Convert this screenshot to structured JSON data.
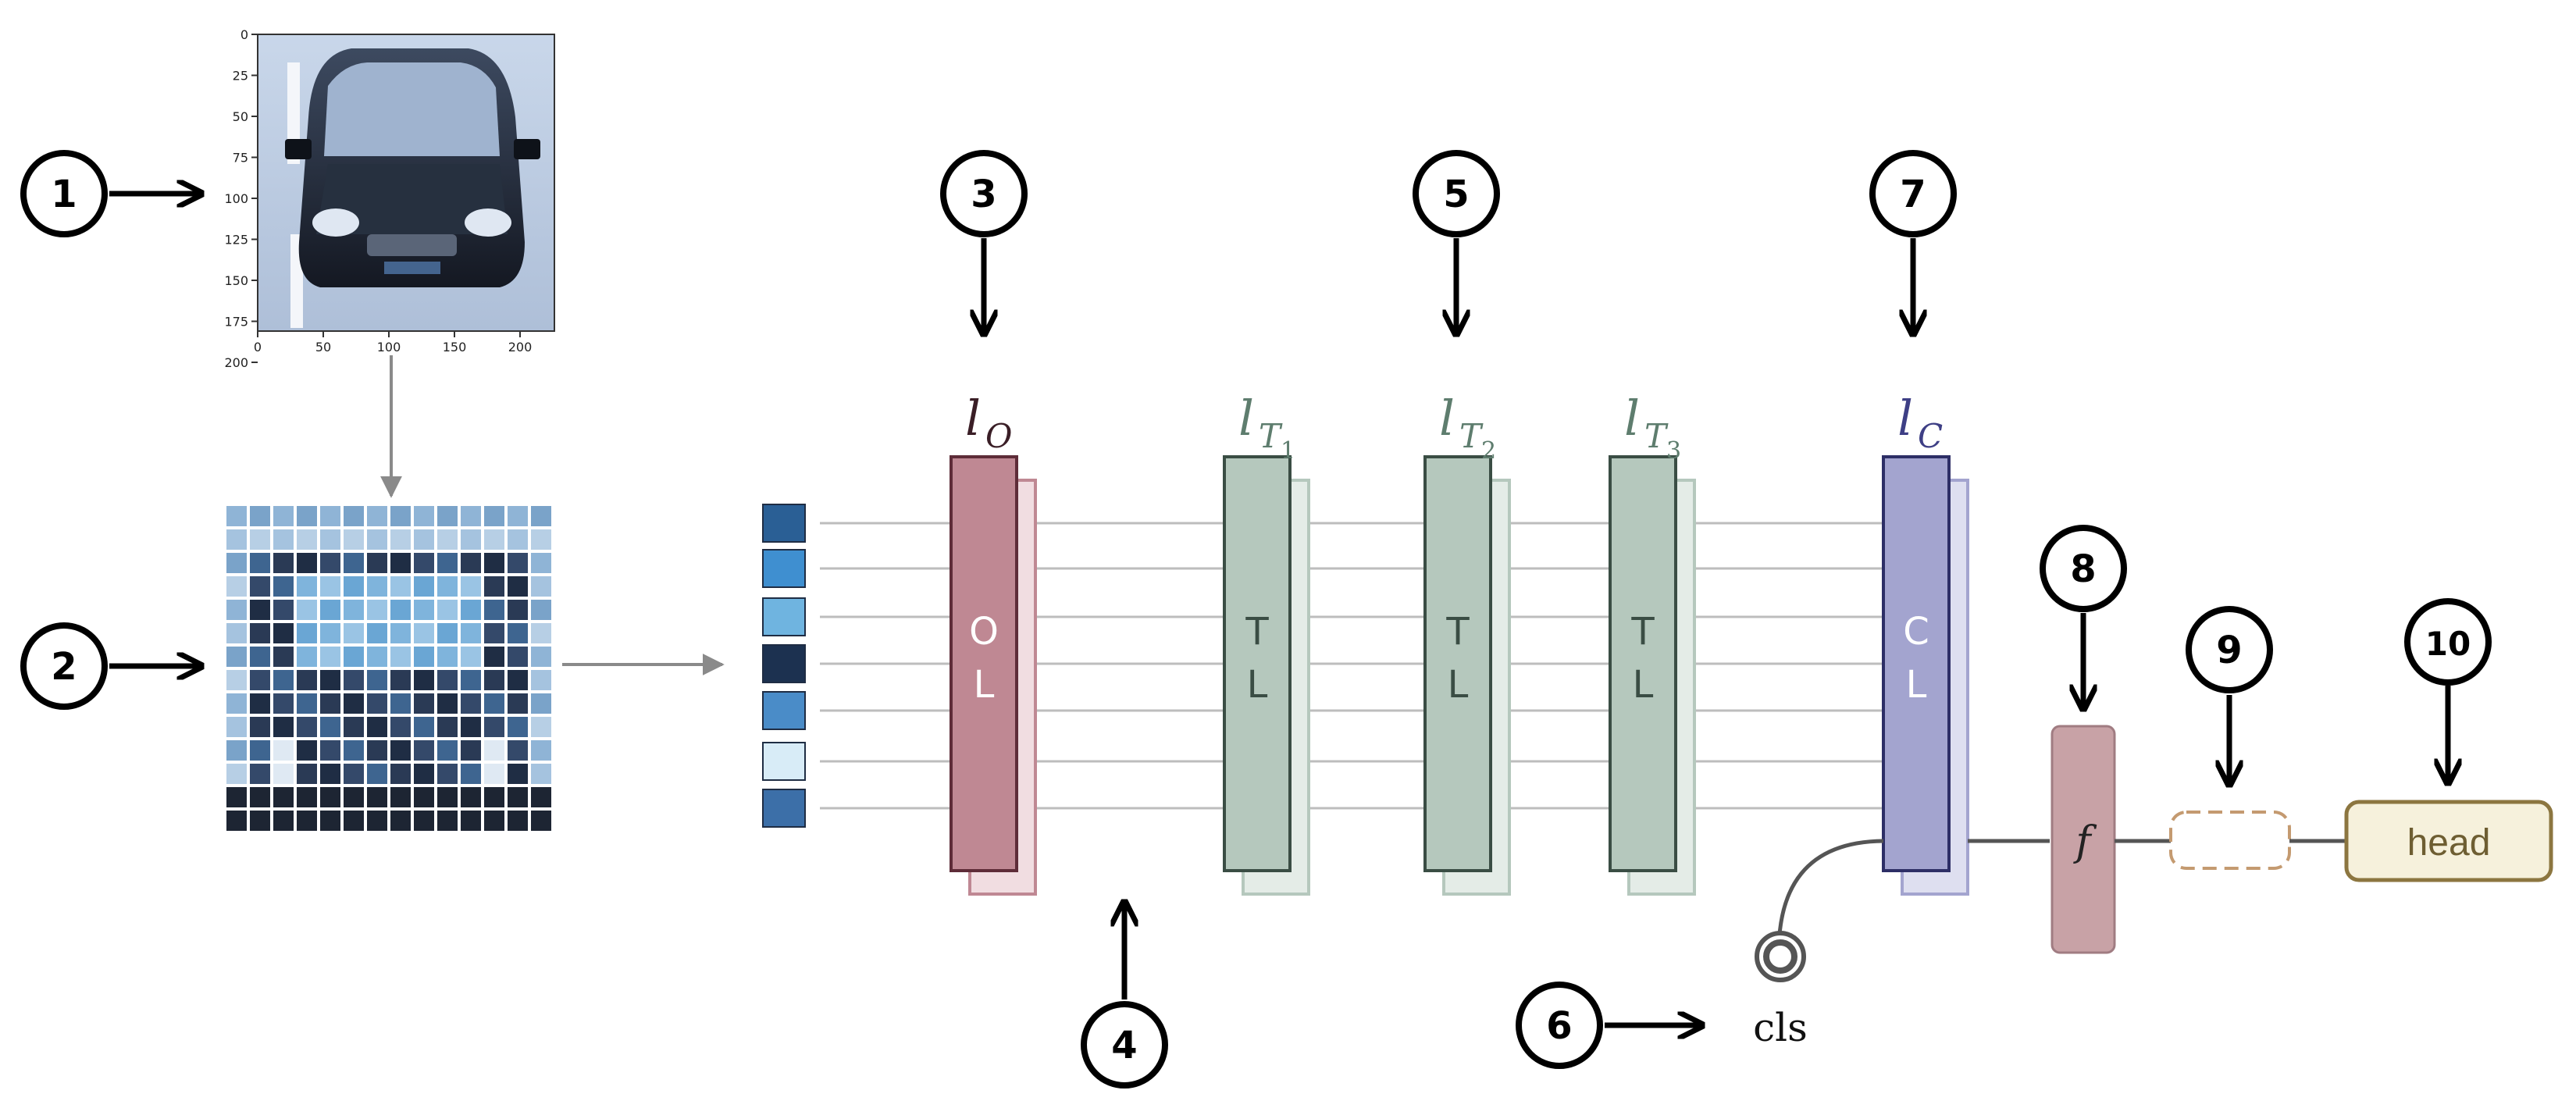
{
  "markers": [
    "1",
    "2",
    "3",
    "4",
    "5",
    "6",
    "7",
    "8",
    "9",
    "10"
  ],
  "image_axes": {
    "y_ticks": [
      "0",
      "25",
      "50",
      "75",
      "100",
      "125",
      "150",
      "175",
      "200"
    ],
    "x_ticks": [
      "0",
      "50",
      "100",
      "150",
      "200"
    ]
  },
  "layers": {
    "o": {
      "subscript": "O",
      "text_top": "O",
      "text_bottom": "L",
      "fill": "#bf8893",
      "shadow": "#f1dde1"
    },
    "t1": {
      "subscript": "T",
      "subsub": "1",
      "text_top": "T",
      "text_bottom": "L",
      "fill": "#b5c8bd",
      "shadow": "#e4ece7"
    },
    "t2": {
      "subscript": "T",
      "subsub": "2",
      "text_top": "T",
      "text_bottom": "L",
      "fill": "#b5c8bd",
      "shadow": "#e4ece7"
    },
    "t3": {
      "subscript": "T",
      "subsub": "3",
      "text_top": "T",
      "text_bottom": "L",
      "fill": "#b5c8bd",
      "shadow": "#e4ece7"
    },
    "c": {
      "subscript": "C",
      "text_top": "C",
      "text_bottom": "L",
      "fill": "#a3a4cf",
      "shadow": "#dedff0"
    }
  },
  "layer_symbol": "l",
  "f_label": "f",
  "head_label": "head",
  "cls_label": "cls",
  "colors": {
    "arrow": "#000000",
    "grey_arrow": "#8a8a8a",
    "line": "#bdbdbd",
    "f_fill": "#c8a2a6",
    "head_fill": "#f6f1dc",
    "head_border": "#8c7640",
    "dashed": "#c49a70"
  }
}
